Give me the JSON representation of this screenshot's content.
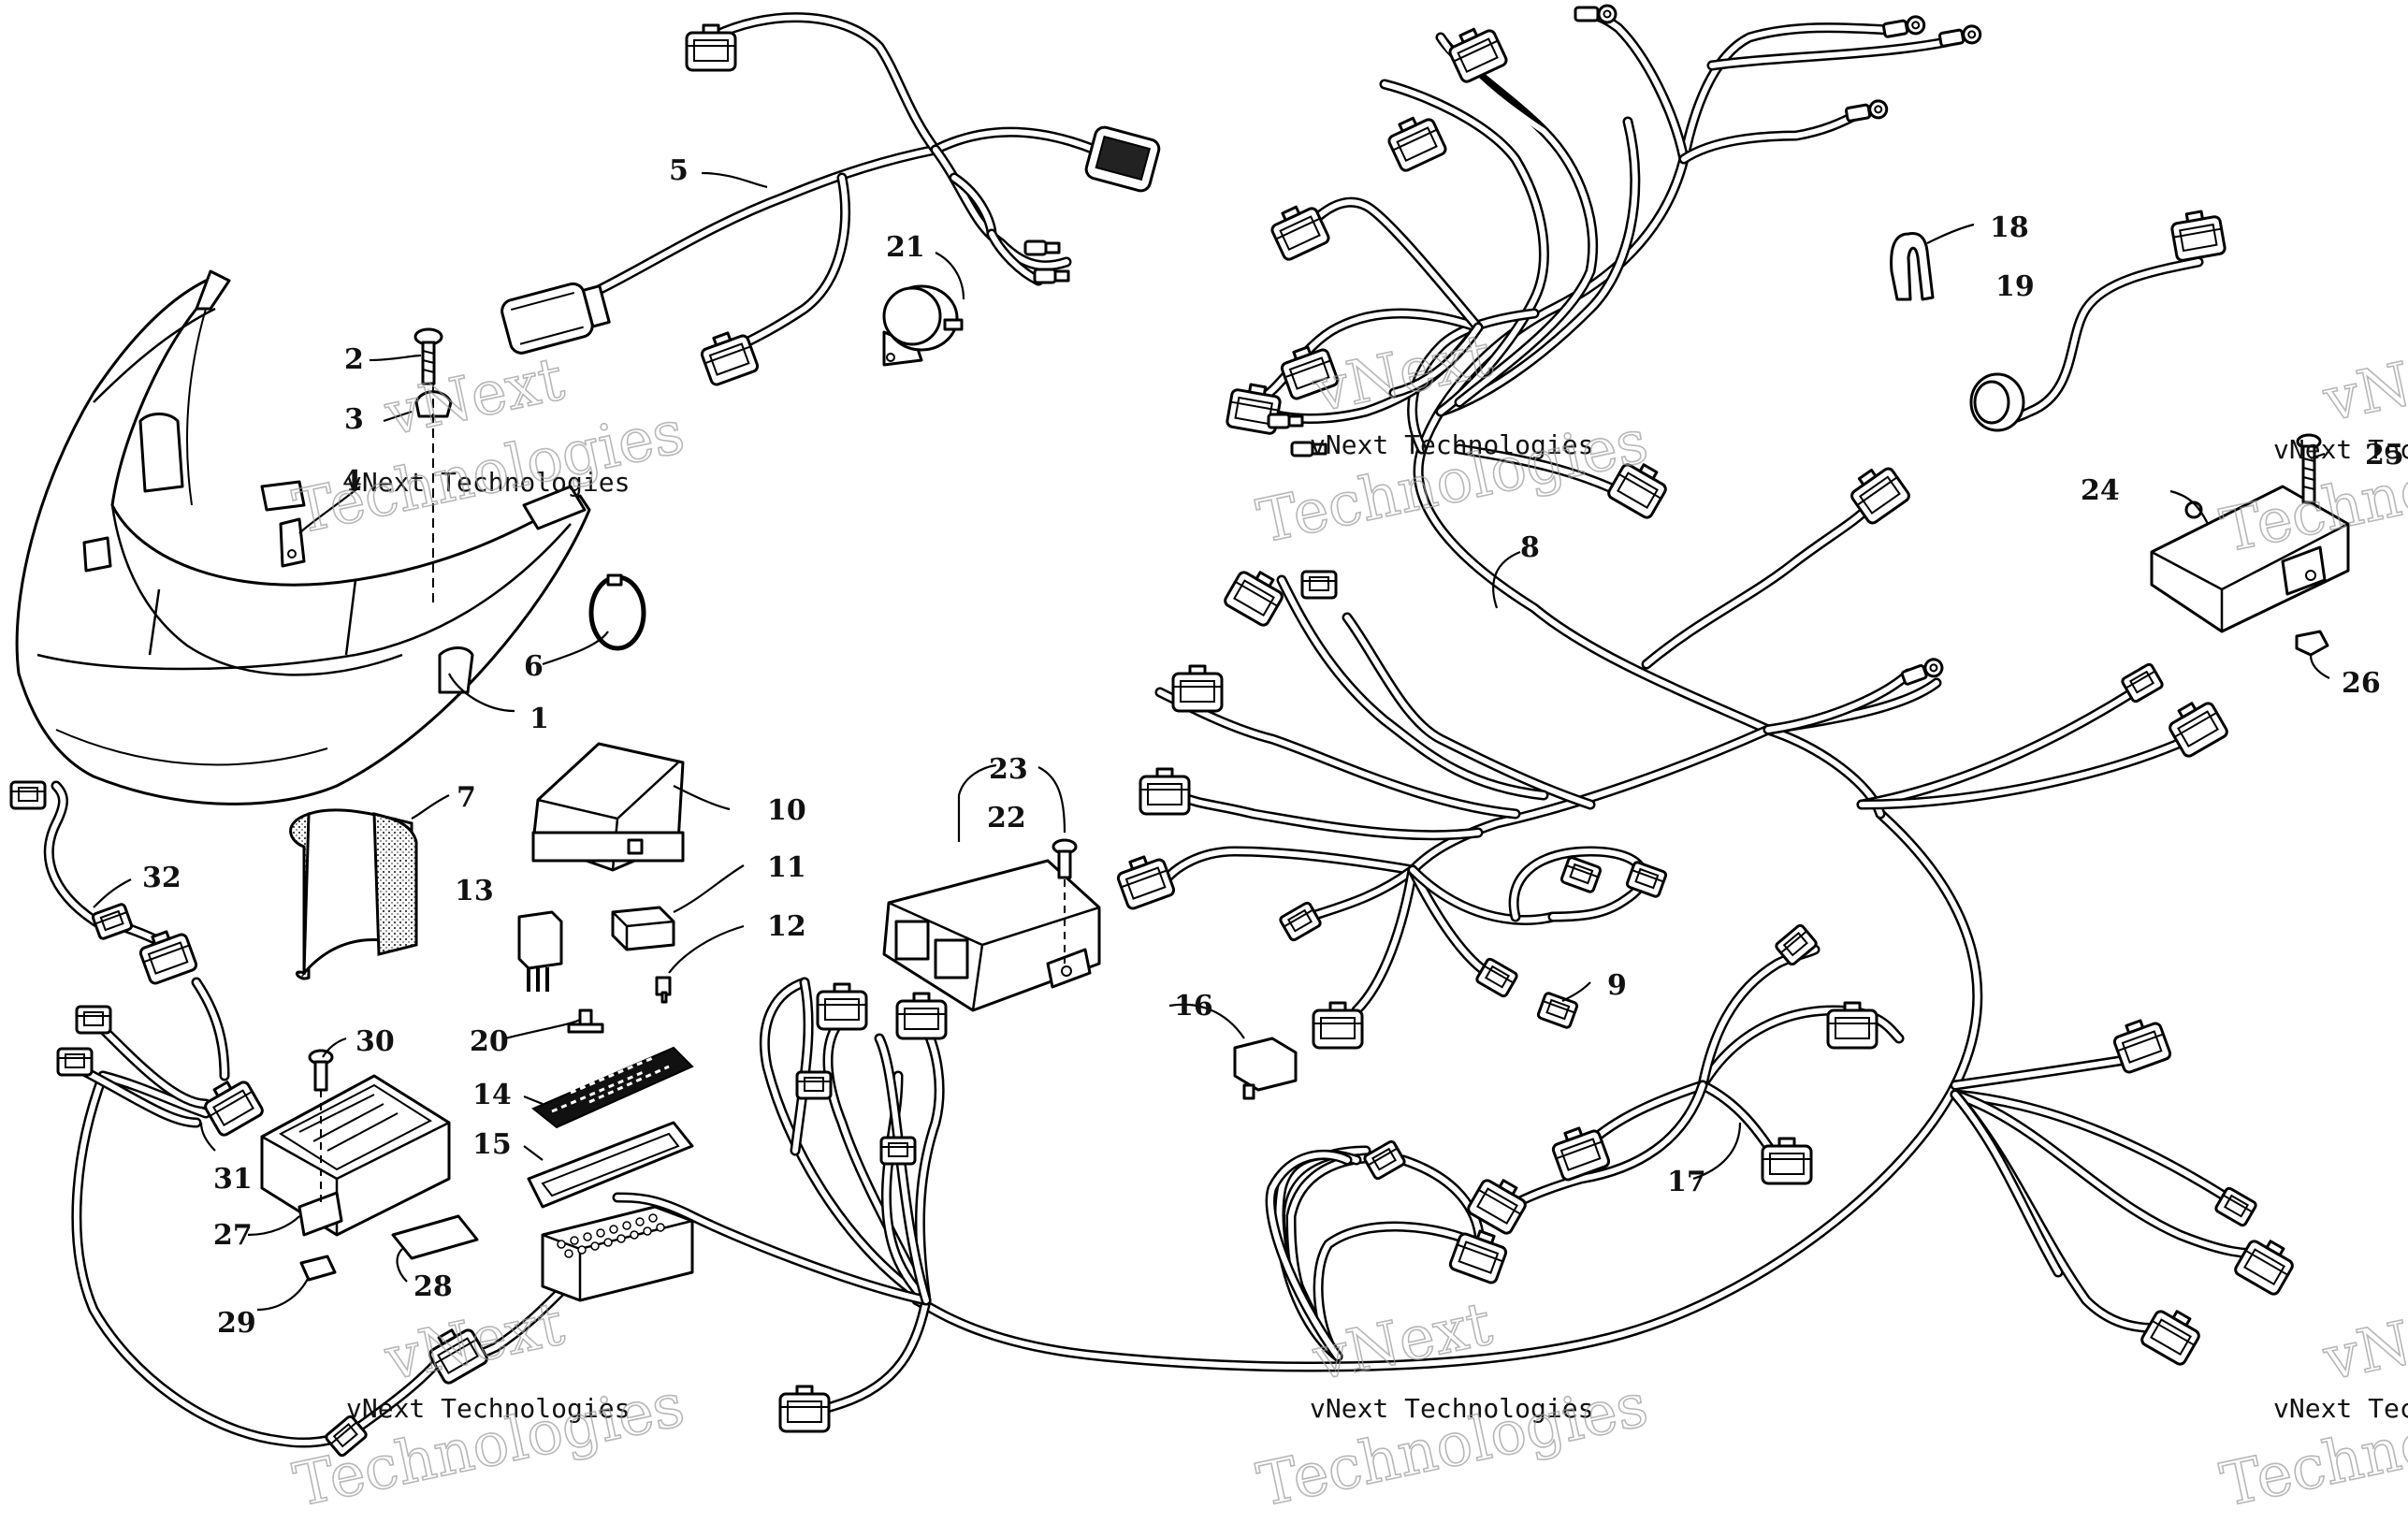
{
  "watermark": {
    "small_text": "vNext Technologies",
    "big_line1": "vNext",
    "big_line2": "Technologies"
  },
  "callouts": {
    "c1": "1",
    "c2": "2",
    "c3": "3",
    "c4": "4",
    "c5": "5",
    "c6": "6",
    "c7": "7",
    "c8": "8",
    "c9": "9",
    "c10": "10",
    "c11": "11",
    "c12": "12",
    "c13": "13",
    "c14": "14",
    "c15": "15",
    "c16": "16",
    "c17": "17",
    "c18": "18",
    "c19": "19",
    "c20": "20",
    "c21": "21",
    "c22": "22",
    "c23": "23",
    "c24": "24",
    "c25": "25",
    "c26": "26",
    "c27": "27",
    "c28": "28",
    "c29": "29",
    "c30": "30",
    "c31": "31",
    "c32": "32"
  }
}
